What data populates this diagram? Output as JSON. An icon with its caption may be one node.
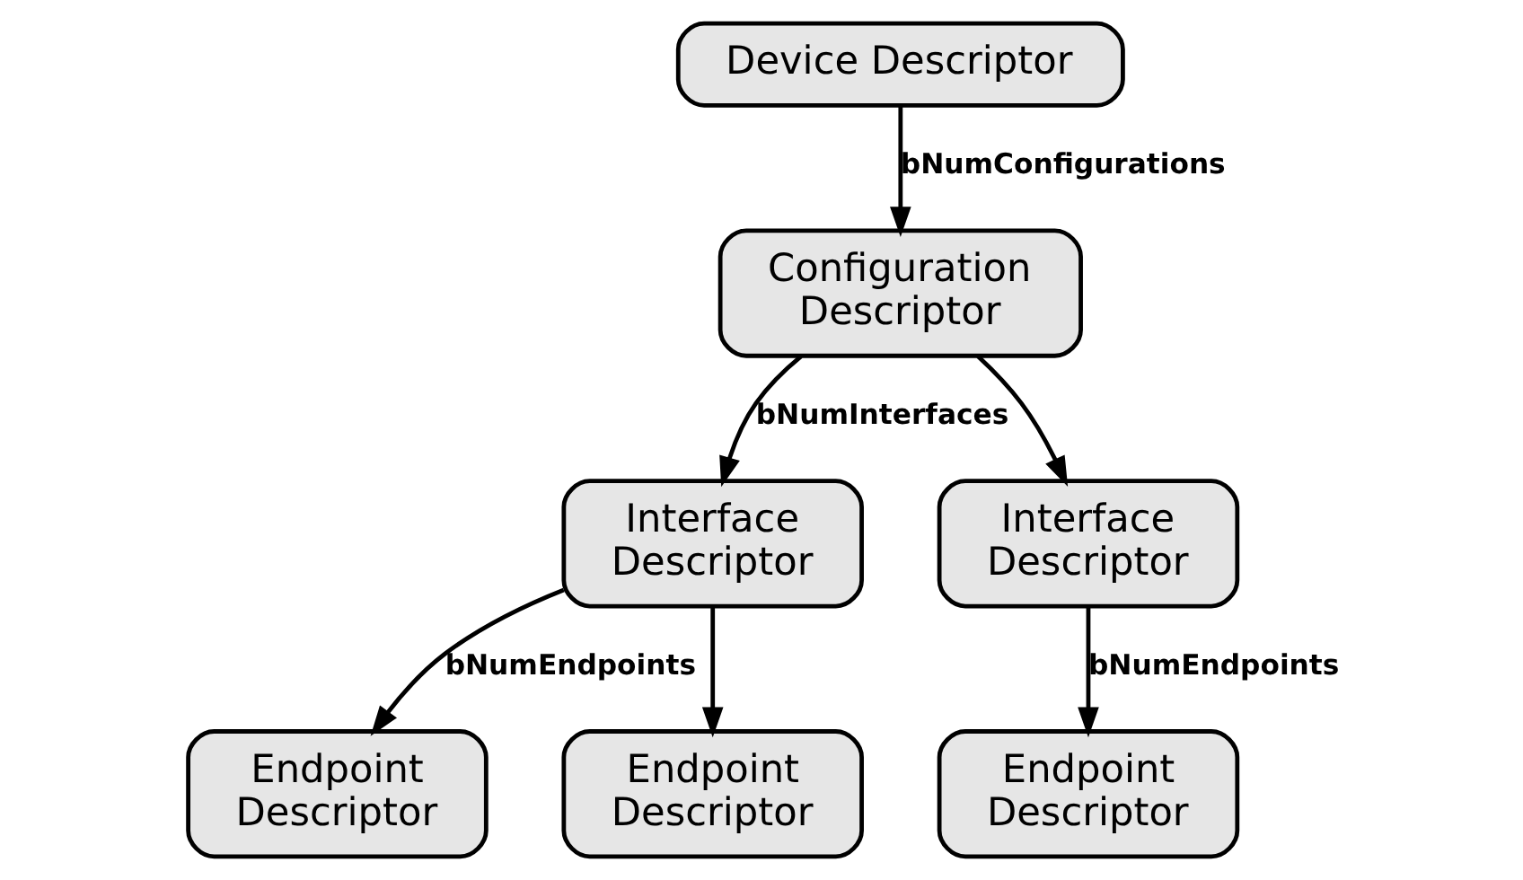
{
  "diagram": {
    "nodes": [
      {
        "text": [
          "Device Descriptor"
        ]
      },
      {
        "text": [
          "Configuration Descriptor"
        ]
      },
      {
        "text": [
          "Interface Descriptor"
        ]
      },
      {
        "text": [
          "Interface Descriptor"
        ]
      },
      {
        "text": [
          "Endpoint Descriptor"
        ]
      },
      {
        "text": [
          "Endpoint Descriptor"
        ]
      },
      {
        "text": [
          "Endpoint Descriptor"
        ]
      }
    ],
    "edges": [
      {
        "from": 0,
        "to": 1,
        "arrow": "to",
        "label": "bNumConfigurations"
      },
      {
        "from": 1,
        "to": 2,
        "arrow": "to",
        "label": "bNumInterfaces"
      },
      {
        "from": 1,
        "to": 3,
        "arrow": "to"
      },
      {
        "from": 2,
        "to": 4,
        "arrow": "to",
        "label": "bNumEndpoints"
      },
      {
        "from": 2,
        "to": 5,
        "arrow": "to"
      },
      {
        "from": 3,
        "to": 6,
        "arrow": "to",
        "label": "bNumEndpoints"
      }
    ]
  }
}
